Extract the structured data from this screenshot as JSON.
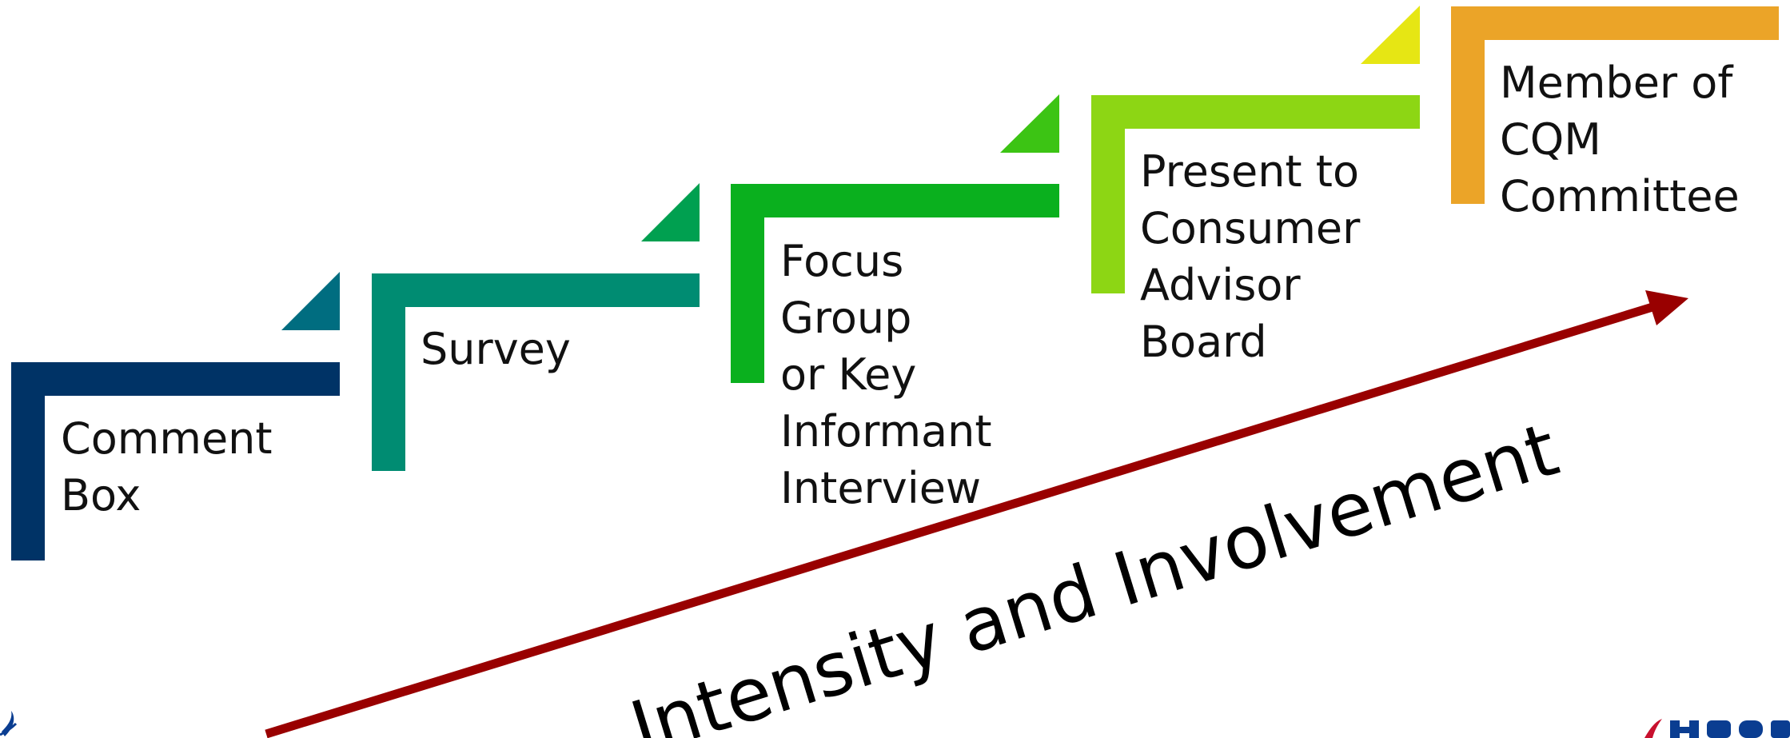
{
  "steps": [
    {
      "label": "Comment\nBox",
      "color": "#003366",
      "triangle_color": "#006d80"
    },
    {
      "label": "Survey",
      "color": "#008c72",
      "triangle_color": "#00a050"
    },
    {
      "label": "Focus Group\nor Key\nInformant\nInterview",
      "color": "#0ab01e",
      "triangle_color": "#3cc414"
    },
    {
      "label": "Present to\nConsumer\nAdvisor\nBoard",
      "color": "#8dd614",
      "triangle_color": "#e6e614"
    },
    {
      "label": "Member of\nCQM\nCommittee",
      "color": "#eba428",
      "triangle_color": ""
    }
  ],
  "arrow": {
    "caption": "Intensity and Involvement",
    "color": "#990000"
  },
  "logos": {
    "left_logo_icon": "organization-logo-icon",
    "right_logo_icon": "hrsa-logo-icon",
    "right_color": "#c8102e",
    "right_color_2": "#0a3d91"
  }
}
